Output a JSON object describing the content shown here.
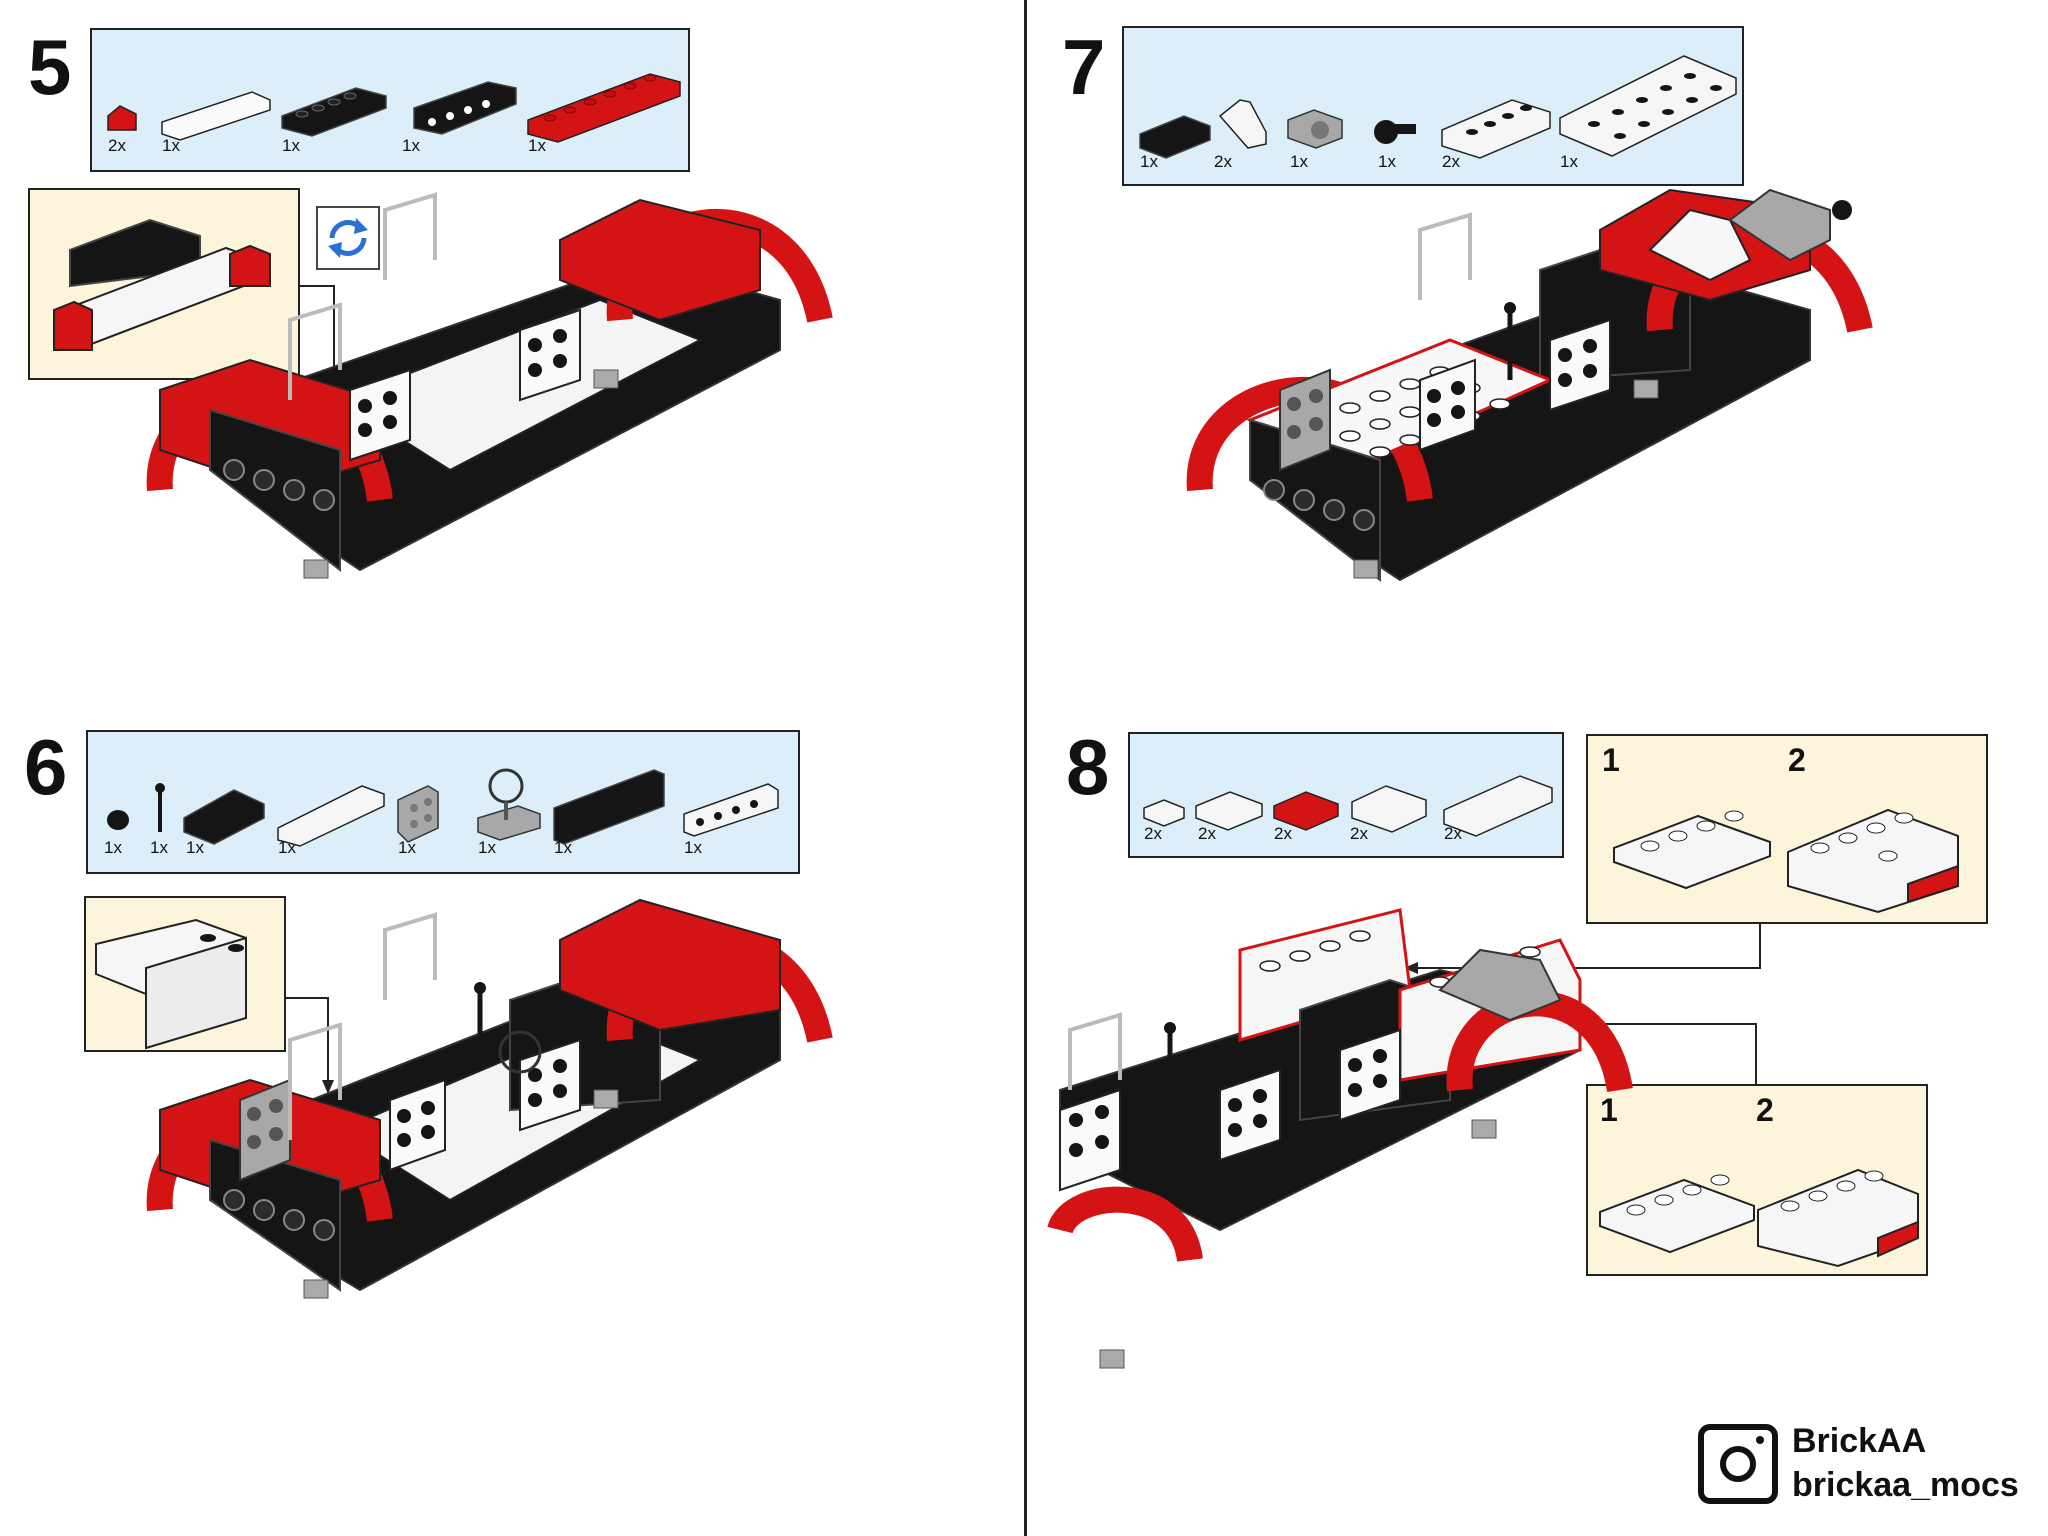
{
  "steps": [
    {
      "number": "5",
      "quantities": [
        "2x",
        "1x",
        "1x",
        "1x",
        "1x"
      ]
    },
    {
      "number": "6",
      "quantities": [
        "1x",
        "1x",
        "1x",
        "1x",
        "1x",
        "1x",
        "1x",
        "1x"
      ]
    },
    {
      "number": "7",
      "quantities": [
        "1x",
        "2x",
        "1x",
        "1x",
        "2x",
        "1x"
      ]
    },
    {
      "number": "8",
      "quantities": [
        "2x",
        "2x",
        "2x",
        "2x",
        "2x"
      ],
      "substeps_top": [
        "1",
        "2"
      ],
      "substeps_bottom": [
        "1",
        "2"
      ]
    }
  ],
  "branding": {
    "name": "BrickAA",
    "handle": "brickaa_mocs",
    "icon": "instagram-icon"
  },
  "colors": {
    "parts_bg": "#dbeefa",
    "callout_bg": "#fdf4dc",
    "red": "#d41414",
    "black": "#151515",
    "white": "#ffffff",
    "gray": "#a8a8a8"
  }
}
